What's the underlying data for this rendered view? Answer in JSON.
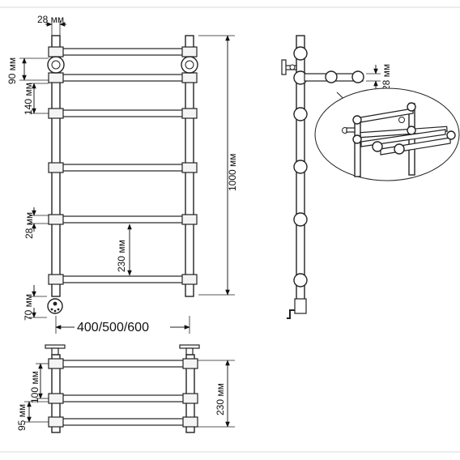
{
  "dimensions": {
    "top_pipe_diameter": "28 мм",
    "top_gap": "90 мм",
    "bar_spacing": "140 мм",
    "bar_diameter": "28 мм",
    "lower_spacing": "230 мм",
    "height": "1000 мм",
    "bottom_offset": "70 мм",
    "width": "400/500/600",
    "side_bar_diameter": "28 мм",
    "shelf_spacing": "100 мм",
    "shelf_offset": "95 мм",
    "shelf_height": "230 мм"
  },
  "colors": {
    "line": "#222222",
    "frame": "#d9d9d9",
    "background": "#ffffff"
  }
}
